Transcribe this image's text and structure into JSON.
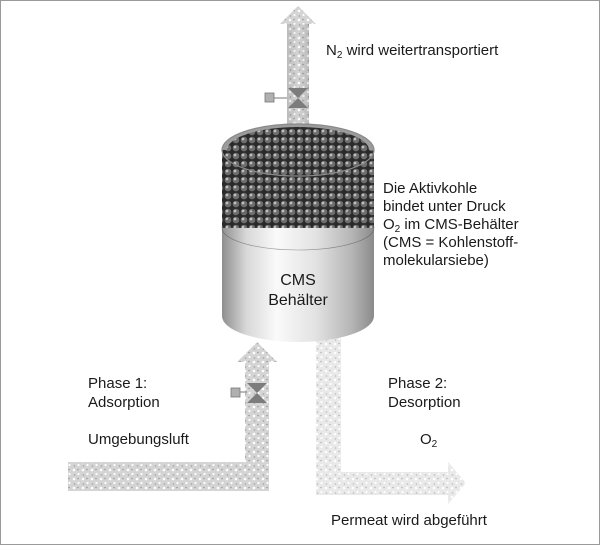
{
  "top_label": {
    "symbol": "N",
    "sub": "2",
    "text": " wird weitertransportiert"
  },
  "info_text": {
    "line1": "Die Aktivkohle",
    "line2": "bindet unter Druck",
    "line3_symbol": "O",
    "line3_sub": "2",
    "line3_text": " im CMS-Behälter",
    "line4": "(CMS = Kohlenstoff-",
    "line5": "molekularsiebe)"
  },
  "vessel": {
    "line1": "CMS",
    "line2": "Behälter"
  },
  "phase1": {
    "line1": "Phase 1:",
    "line2": "Adsorption"
  },
  "phase2": {
    "line1": "Phase 2:",
    "line2": "Desorption"
  },
  "inlet_label": "Umgebungsluft",
  "o2_label": {
    "symbol": "O",
    "sub": "2"
  },
  "outlet_label": "Permeat wird abgeführt"
}
